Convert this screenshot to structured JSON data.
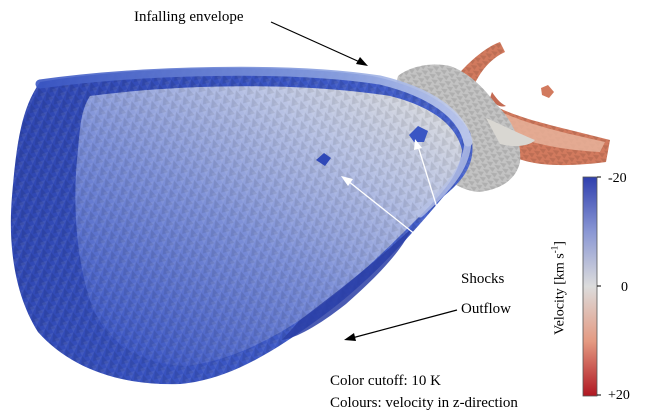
{
  "annotations": {
    "infalling": "Infalling envelope",
    "shocks": "Shocks",
    "outflow": "Outflow",
    "cutoff": "Color cutoff: 10 K",
    "colours": "Colours: velocity in z-direction"
  },
  "colorbar": {
    "title_prefix": "Velocity [km s",
    "title_exp": "-1",
    "title_suffix": "]",
    "ticks": [
      "-20",
      "0",
      "+20"
    ],
    "range": [
      -20,
      20
    ],
    "colors": {
      "negative": "#3547b8",
      "middle": "#dcdcdc",
      "positive": "#b01722"
    }
  }
}
